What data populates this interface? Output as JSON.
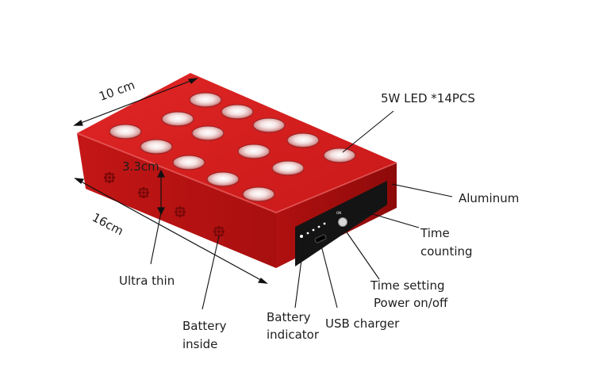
{
  "labels": {
    "width": "10 cm",
    "length": "16cm",
    "height": "3.3cm",
    "led": "5W LED *14PCS",
    "material": "Aluminum",
    "time_counting_1": "Time",
    "time_counting_2": "counting",
    "time_setting_1": "Time setting",
    "time_setting_2": "Power on/off",
    "ultra_thin": "Ultra thin",
    "battery_inside_1": "Battery",
    "battery_inside_2": "inside",
    "battery_indicator_1": "Battery",
    "battery_indicator_2": "indicator",
    "usb": "USB charger"
  },
  "colors": {
    "body_top": "#d81e1e",
    "body_front": "#c21414",
    "body_side": "#a50f0f",
    "panel": "#141414",
    "led_lens": "#f2dede",
    "text": "#1e1e1e"
  },
  "icons": {
    "power_button": "power-button-icon",
    "usb_port": "usb-port-icon",
    "vent": "speaker-vent-icon",
    "led": "led-lens-icon"
  }
}
